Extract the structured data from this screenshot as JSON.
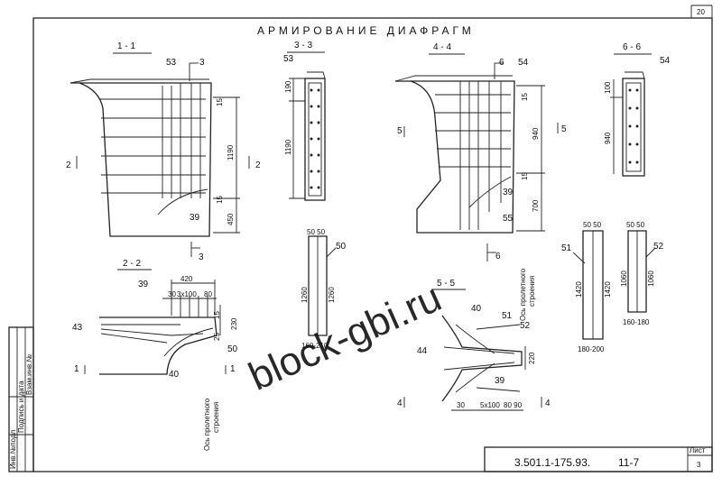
{
  "sheet": {
    "number": "20",
    "title": "АРМИРОВАНИЕ ДИАФРАГМ",
    "code": "3.501.1-175.93.",
    "part": "11-7",
    "sheet_label": "Лист",
    "sheet_no": "3"
  },
  "side_stamp": {
    "inv": "Инв.№подл",
    "sign": "Подпись и дата",
    "replace": "Взам.инв.№"
  },
  "sections": {
    "s11": "1 - 1",
    "s22": "2 - 2",
    "s33": "3 - 3",
    "s44": "4 - 4",
    "s55": "5 - 5",
    "s66": "6 - 6"
  },
  "marks": {
    "m2": "2",
    "m3": "3",
    "m6": "6",
    "m5": "5",
    "m1": "1",
    "m4": "4",
    "m1b": "1"
  },
  "positions": {
    "p53a": "53",
    "p53b": "53",
    "p54a": "54",
    "p54b": "54",
    "p39a": "39",
    "p39b": "39",
    "p39c": "39",
    "p39d": "39",
    "p43": "43",
    "p40a": "40",
    "p40b": "40",
    "p44": "44",
    "p50a": "50",
    "p50b": "50",
    "p51a": "51",
    "p51b": "51",
    "p52a": "52",
    "p52b": "52",
    "p55": "55"
  },
  "dims": {
    "d190a": "190",
    "d190b": "190",
    "d1190a": "1190",
    "d1190b": "1190",
    "d15a": "15",
    "d15b": "15",
    "d450": "450",
    "d15c": "15",
    "d940a": "940",
    "d15d": "15",
    "d700": "700",
    "d100": "100",
    "d940b": "940",
    "d420": "420",
    "d30a": "30",
    "d3x100": "3x100",
    "d80": "80",
    "d15e": "15",
    "d230": "230",
    "d25": "25",
    "d5050a": "50 50",
    "d1260a": "1260",
    "d1260b": "1260",
    "d160_210": "160-210",
    "d5050b": "50 50",
    "d1420a": "1420",
    "d1420b": "1420",
    "d180_200": "180-200",
    "d5050c": "50 50",
    "d1060a": "1060",
    "d1060b": "1060",
    "d160_180": "160-180",
    "d30b": "30",
    "d5x100": "5x100",
    "d8090": "80 90",
    "d220": "220"
  },
  "notes": {
    "axis1": "Ось пролетного",
    "axis1b": "строения",
    "axis2": "Ось пролетного",
    "axis2b": "строения"
  },
  "watermark": "block-gbi.ru"
}
